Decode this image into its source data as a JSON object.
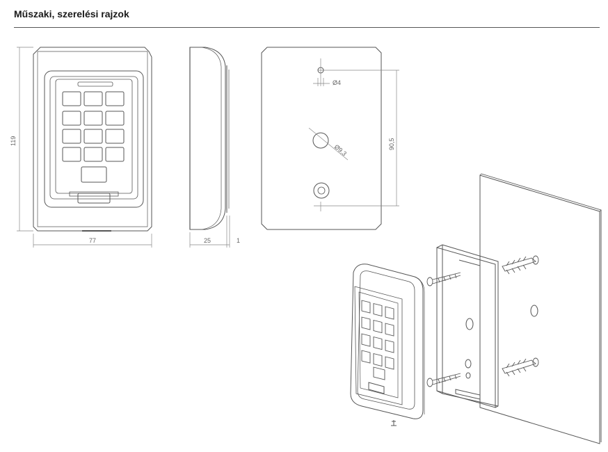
{
  "header": {
    "title": "Műszaki, szerelési rajzok"
  },
  "dimensions": {
    "height": "119",
    "width": "77",
    "depth": "25",
    "offset": "1",
    "hole_small": "Ø4",
    "hole_center": "Ø9,3",
    "hole_spacing": "90,5"
  },
  "drawings": [
    {
      "name": "front-view",
      "description_icon": "keypad-front-outline"
    },
    {
      "name": "side-view",
      "description_icon": "keypad-side-outline"
    },
    {
      "name": "back-plate-view",
      "description_icon": "mounting-plate-outline"
    },
    {
      "name": "exploded-view",
      "description_icon": "wall-mount-exploded"
    }
  ],
  "colors": {
    "line": "#555555",
    "dimension": "#888888"
  }
}
